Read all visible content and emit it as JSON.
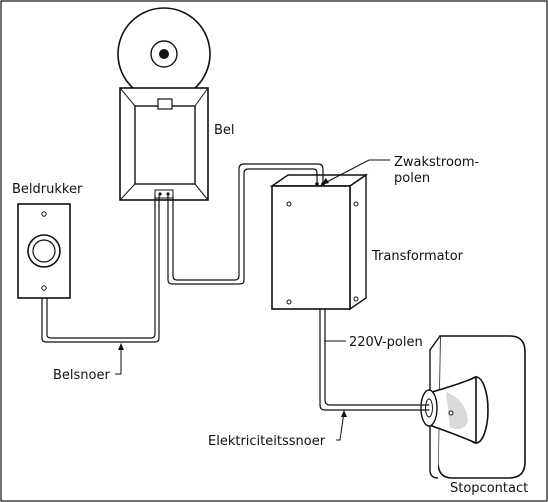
{
  "labels": {
    "bel": "Bel",
    "beldrukker": "Beldrukker",
    "zwakstroom_line1": "Zwakstroom-",
    "zwakstroom_line2": "polen",
    "transformator": "Transformator",
    "v220_polen": "220V-polen",
    "belsnoer": "Belsnoer",
    "elektriciteitssnoer": "Elektriciteitssnoer",
    "stopcontact": "Stopcontact"
  },
  "colors": {
    "line": "#111111",
    "fill": "#ffffff",
    "shade": "#d9d9d9"
  }
}
